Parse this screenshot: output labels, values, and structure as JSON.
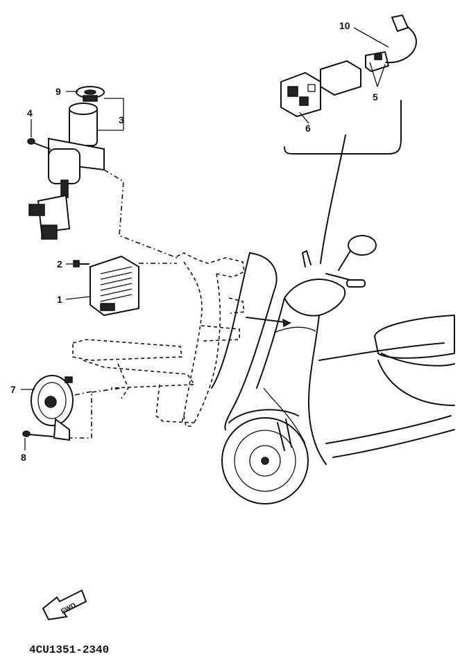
{
  "callouts": {
    "c1": "1",
    "c2": "2",
    "c3": "3",
    "c4": "4",
    "c5": "5",
    "c6": "6",
    "c7": "7",
    "c8": "8",
    "c9": "9",
    "c10": "10"
  },
  "arrow_label": "FWD",
  "drawing_code": "4CU1351-2340"
}
